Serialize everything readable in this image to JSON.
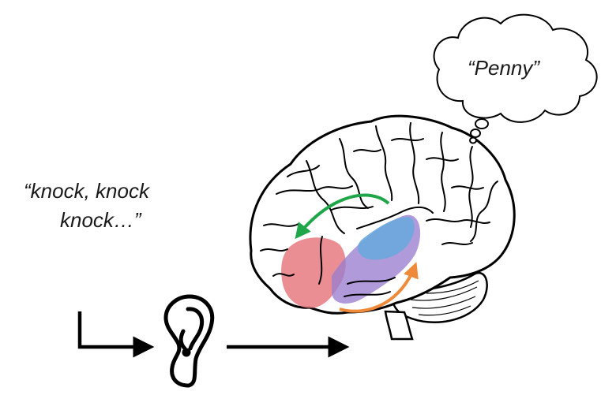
{
  "speech": {
    "line1": "“knock, knock",
    "line2": "knock…”"
  },
  "thought": {
    "text": "“Penny”"
  },
  "colors": {
    "wave_start": "#6fd8e8",
    "wave_mid": "#b98ee8",
    "wave_end": "#f19ad6",
    "frontal_region": "#e87a80",
    "temporal_upper_region": "#6aa8dc",
    "temporal_lower_region": "#9a7ed0",
    "arrow_green": "#1fa64a",
    "arrow_orange": "#ee8a3a",
    "ink": "#000000"
  },
  "icons": {
    "waveform": "sound-waveform-icon",
    "ear": "ear-icon",
    "brain": "brain-illustration",
    "thought_bubble": "thought-bubble-icon"
  }
}
